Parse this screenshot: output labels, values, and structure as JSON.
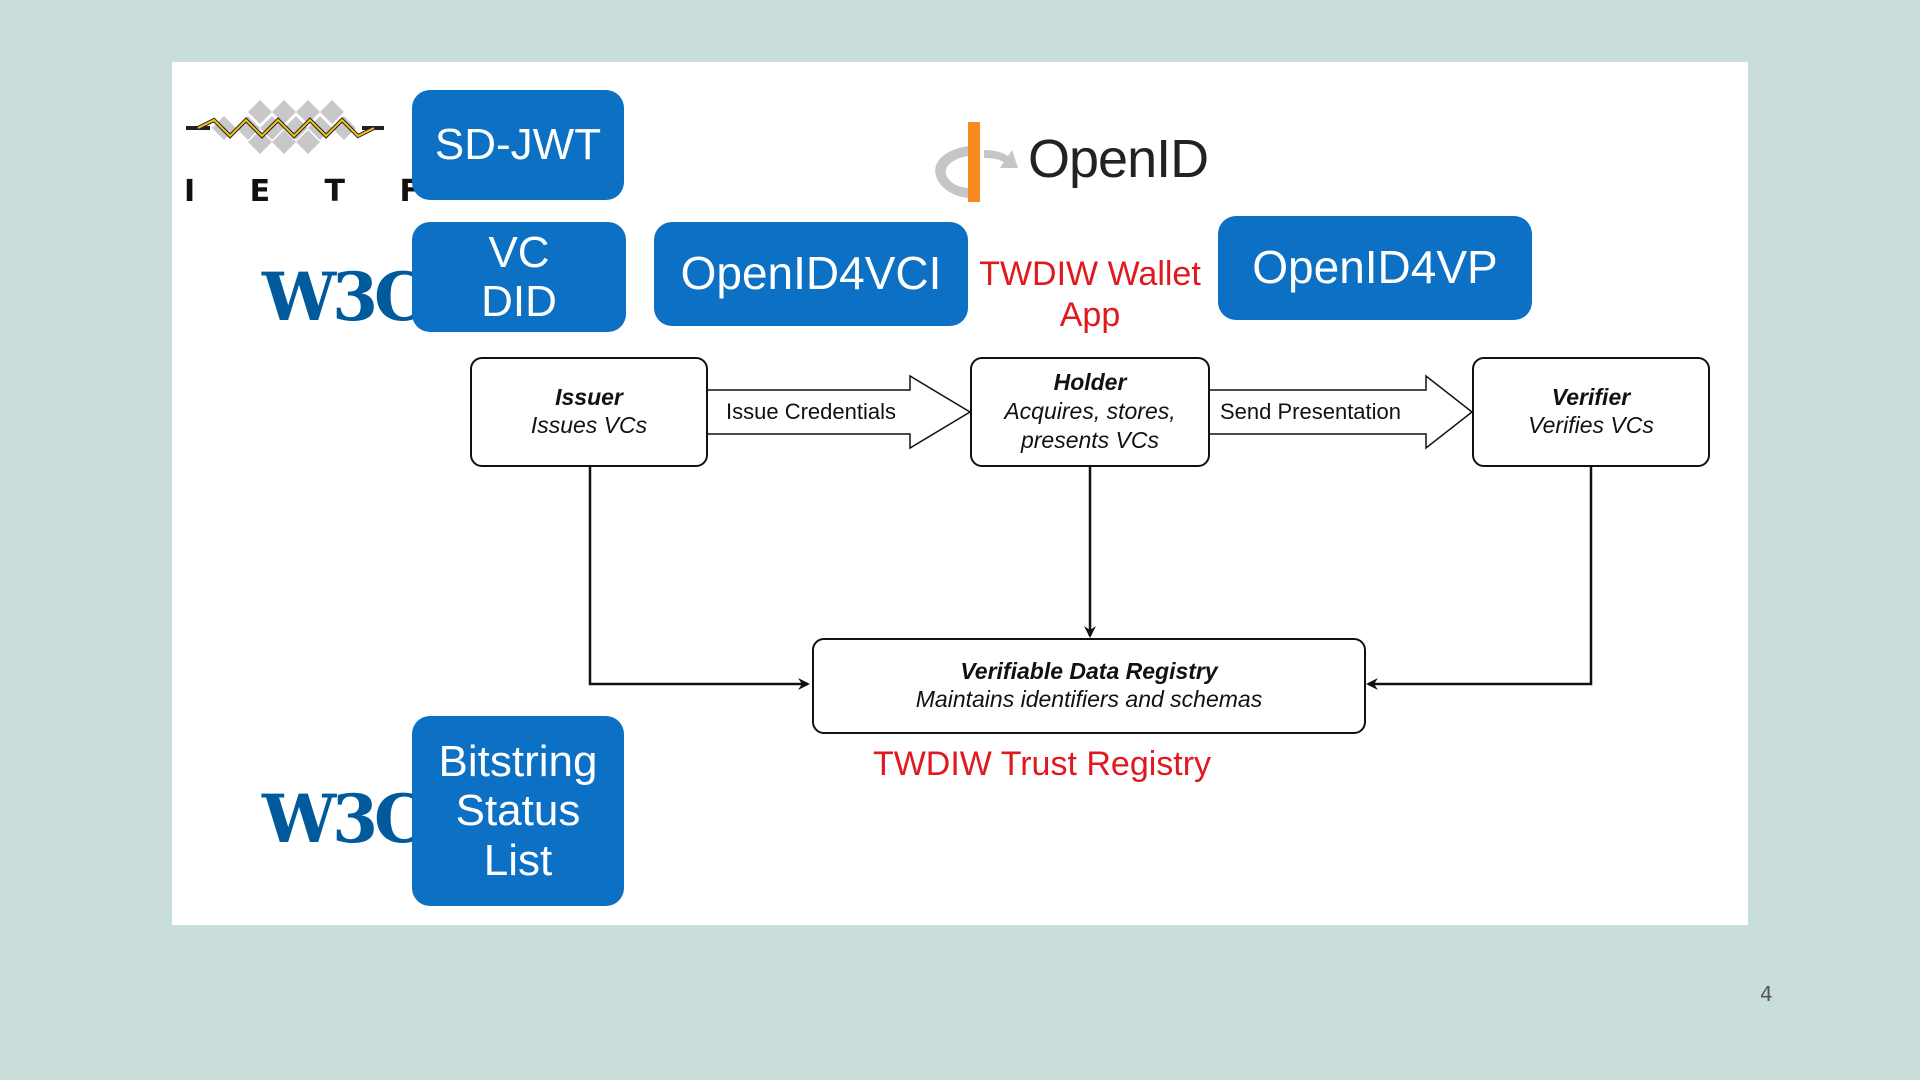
{
  "standards": {
    "sd_jwt": "SD-JWT",
    "vc_did": "VC\nDID",
    "openid4vci": "OpenID4VCI",
    "openid4vp": "OpenID4VP",
    "bitstring": "Bitstring\nStatus\nList"
  },
  "logos": {
    "ietf_letters": "I E T F",
    "w3c": "W3C",
    "openid": "OpenID"
  },
  "labels": {
    "wallet_app": "TWDIW Wallet\nApp",
    "trust_registry": "TWDIW Trust Registry"
  },
  "nodes": {
    "issuer": {
      "title": "Issuer",
      "desc": "Issues VCs"
    },
    "holder": {
      "title": "Holder",
      "desc": "Acquires, stores,\npresents VCs"
    },
    "verifier": {
      "title": "Verifier",
      "desc": "Verifies VCs"
    },
    "registry": {
      "title": "Verifiable Data Registry",
      "desc": "Maintains identifiers and schemas"
    }
  },
  "edges": {
    "issue_credentials": "Issue Credentials",
    "send_presentation": "Send Presentation"
  },
  "colors": {
    "badge_blue": "#0c70c4",
    "label_red": "#e0191f",
    "openid_orange": "#f6891f",
    "w3c_blue": "#005a9c"
  },
  "page_number": "4"
}
